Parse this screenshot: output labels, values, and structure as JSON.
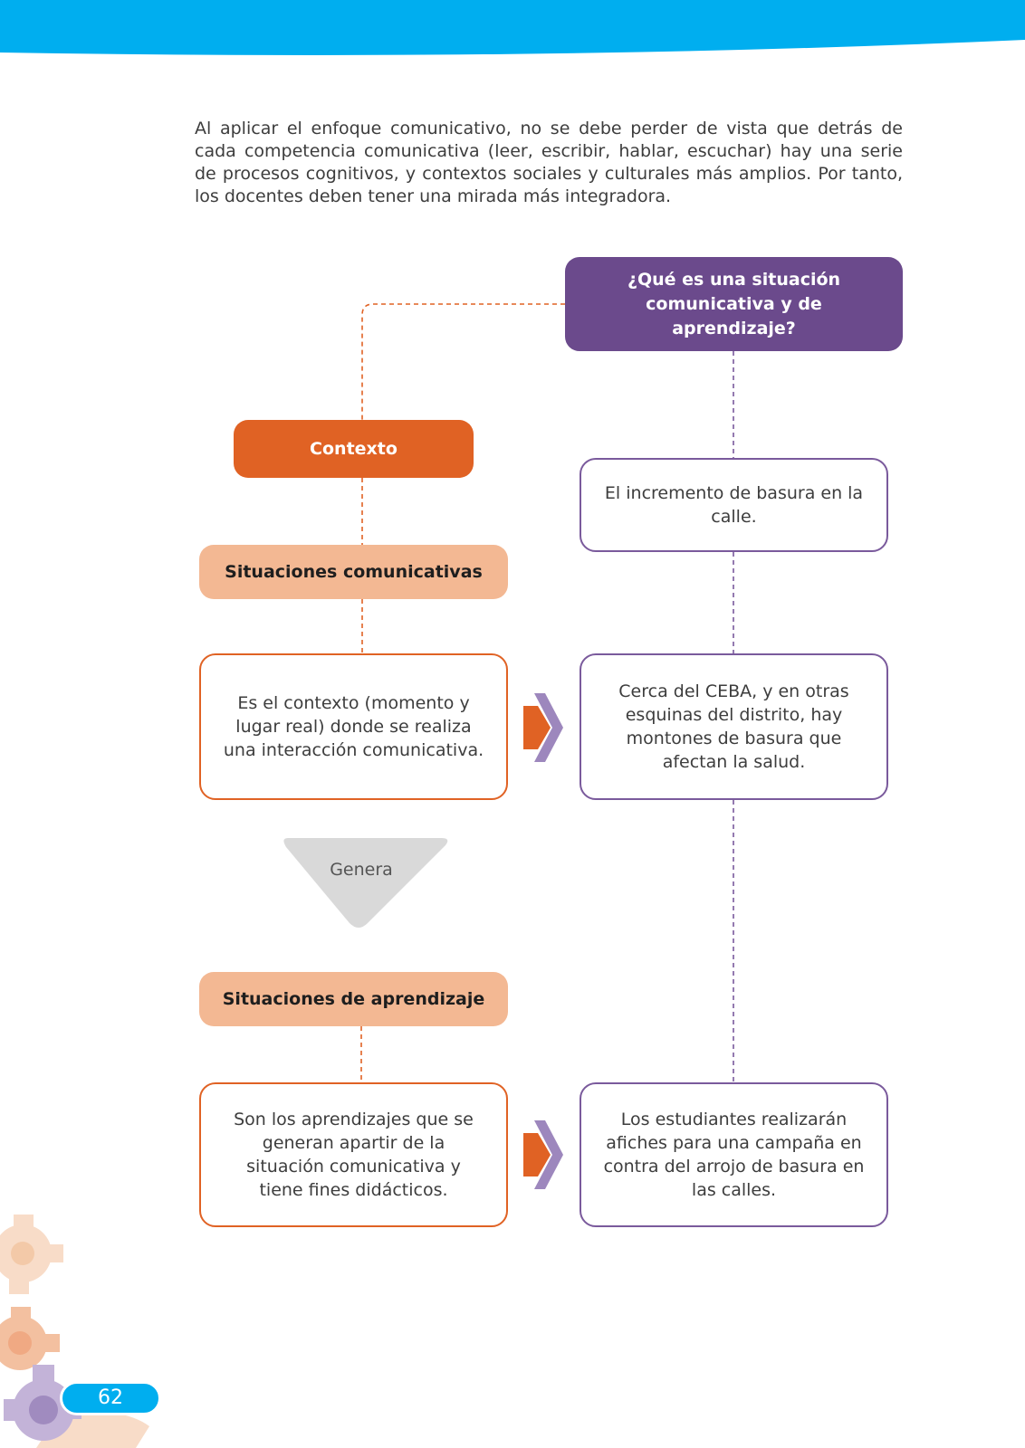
{
  "intro_text": "Al aplicar el enfoque comunicativo, no se debe perder de vista que detrás de cada competencia comunicativa (leer, escribir, hablar, escuchar) hay una serie de procesos cognitivos, y contextos sociales y culturales más amplios. Por tanto, los docentes deben tener una mirada más integradora.",
  "diagram": {
    "question": "¿Qué es una situación comunicativa y de aprendizaje?",
    "context": "Contexto",
    "communicative_situations": "Situaciones comunicativas",
    "communicative_definition": "Es el contexto (momento y lugar real) donde se realiza una interacción comunicativa.",
    "generates": "Genera",
    "learning_situations": "Situaciones de aprendizaje",
    "learning_definition": "Son los aprendizajes que se generan apartir de la situación comunicativa y tiene fines didácticos.",
    "example_context": "El incremento de basura en la calle.",
    "example_communicative": "Cerca del CEBA, y en otras esquinas del distrito, hay montones de basura que afectan la salud.",
    "example_learning": "Los estudiantes realizarán afiches para una campaña en contra del arrojo de basura en las calles."
  },
  "page_number": "62",
  "colors": {
    "top_band": "#00aeef",
    "purple": "#6b4a8c",
    "orange": "#e06224",
    "peach": "#f3b893",
    "gray_triangle": "#d9d9d9"
  }
}
